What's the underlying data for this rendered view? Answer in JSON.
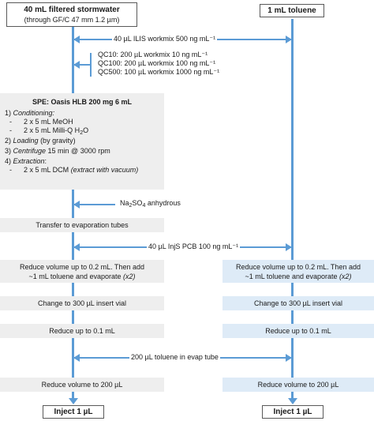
{
  "left_start": {
    "title": "40 mL filtered stormwater",
    "subtitle": "(through GF/C 47 mm 1.2 µm)"
  },
  "right_start": {
    "title": "1 mL toluene"
  },
  "ilis": "40 µL ILIS workmix 500 ng mL⁻¹",
  "qc": [
    "QC10: 200 µL workmix 10 ng mL⁻¹",
    "QC100: 200 µL workmix 100 ng mL⁻¹",
    "QC500: 100 µL workmix 1000 ng mL⁻¹"
  ],
  "spe": {
    "title": "SPE: Oasis HLB 200 mg 6 mL",
    "step1_label": "1) ",
    "step1_name": "Conditioning",
    "step1_colon": ":",
    "step1_a": "2 x 5 mL MeOH",
    "step1_b_pre": "2 x 5 mL Milli-Q H",
    "step1_b_sub": "2",
    "step1_b_post": "O",
    "step2_label": "2) ",
    "step2_name": "Loading",
    "step2_rest": " (by gravity)",
    "step3_label": "3) ",
    "step3_name": "Centrifuge",
    "step3_rest": " 15 min @ 3000 rpm",
    "step4_label": "4) ",
    "step4_name": "Extraction",
    "step4_rest": ":",
    "step4_a": "2 x 5 mL DCM ",
    "step4_a_note": "(extract with vacuum)",
    "dash": "-"
  },
  "na2so4": {
    "pre": "Na",
    "sub1": "2",
    "mid": "SO",
    "sub2": "4",
    "post": " anhydrous"
  },
  "transfer": "Transfer to evaporation tubes",
  "injs": "40 µL InjS PCB 100 ng mL⁻¹",
  "reduce1": {
    "line1": "Reduce volume up to 0.2 mL. Then add",
    "line2_pre": "~1 mL toluene and evaporate ",
    "line2_note": "(x2)"
  },
  "insert_vial": "Change to 300 µL insert vial",
  "reduce_01": "Reduce up to 0.1 mL",
  "toluene_evap": "200 µL toluene in evap tube",
  "reduce_200": "Reduce volume to 200 µL",
  "inject": "Inject 1 µL",
  "colors": {
    "arrow": "#5b9bd5",
    "gray_box": "#eeeeee",
    "blue_box": "#deebf7"
  }
}
